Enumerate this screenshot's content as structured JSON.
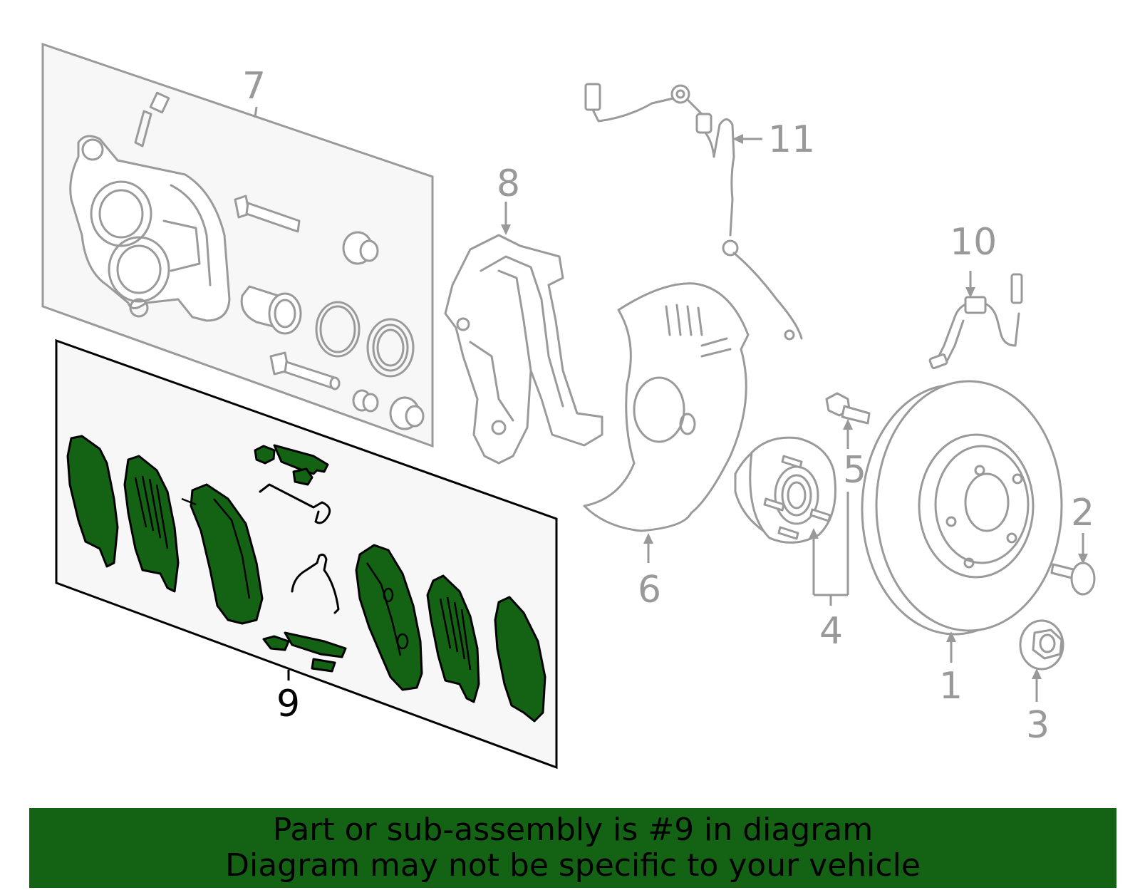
{
  "callouts": {
    "c1": "1",
    "c2": "2",
    "c3": "3",
    "c4": "4",
    "c5": "5",
    "c6": "6",
    "c7": "7",
    "c8": "8",
    "c9": "9",
    "c10": "10",
    "c11": "11"
  },
  "highlighted_part": "9",
  "colors": {
    "highlight": "#146314",
    "part_outline": "#9a9a9a",
    "banner": "#146314"
  },
  "banner": {
    "line1": "Part or sub-assembly is #9 in diagram",
    "line2": "Diagram may not be specific to your vehicle"
  }
}
